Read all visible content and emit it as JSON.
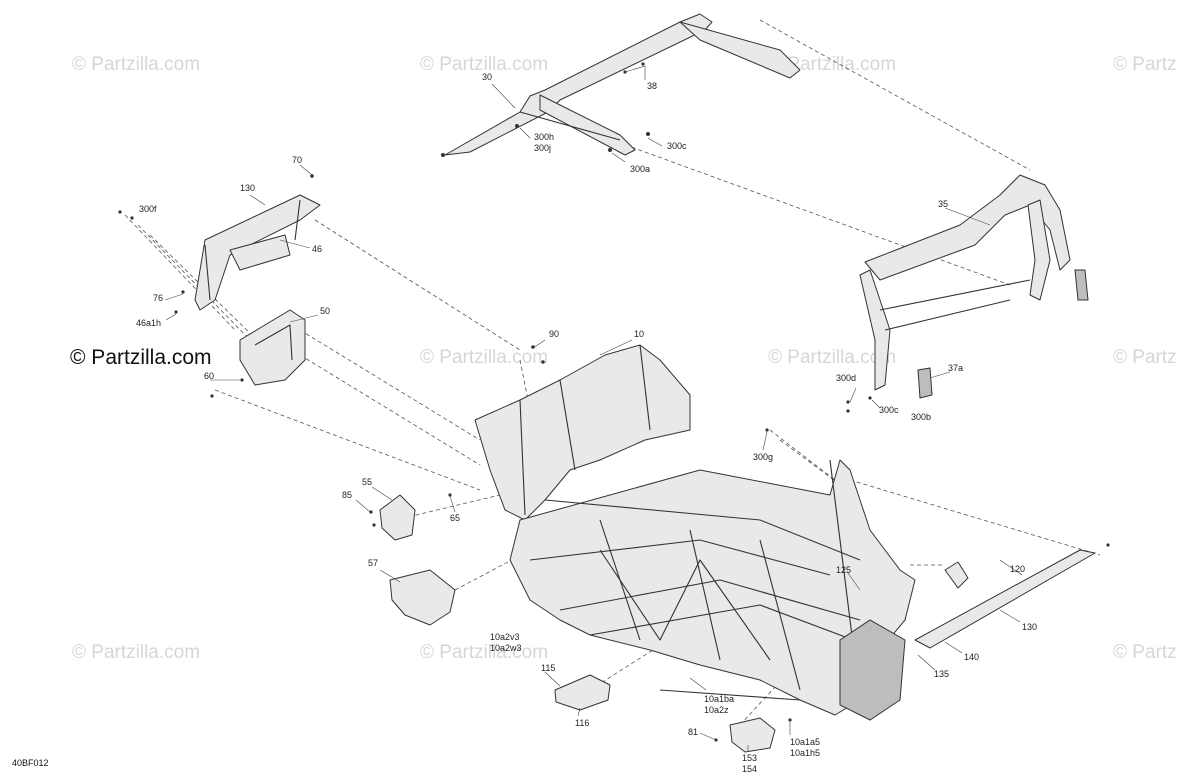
{
  "watermarks": {
    "light": "© Partzilla.com",
    "light_cut": "© Partz",
    "strong": "© Partzilla.com"
  },
  "diagram_code": "40BF012",
  "labels": {
    "p10": "10",
    "p10a1ba": "10a1ba",
    "p10a2z": "10a2z",
    "p10a1a5": "10a1a5",
    "p10a1h5": "10a1h5",
    "p10a2v3": "10a2v3",
    "p10a2w3": "10a2w3",
    "p30": "30",
    "p35": "35",
    "p37a": "37a",
    "p38": "38",
    "p46": "46",
    "p46a1h": "46a1h",
    "p50": "50",
    "p55": "55",
    "p57": "57",
    "p60": "60",
    "p65": "65",
    "p70": "70",
    "p76": "76",
    "p81": "81",
    "p85": "85",
    "p90": "90",
    "p115": "115",
    "p116": "116",
    "p120": "120",
    "p125": "125",
    "p130a": "130",
    "p130b": "130",
    "p135": "135",
    "p140": "140",
    "p153": "153",
    "p154": "154",
    "p300a": "300a",
    "p300b": "300b",
    "p300c_top": "300c",
    "p300c_right": "300c",
    "p300d": "300d",
    "p300f": "300f",
    "p300g": "300g",
    "p300h": "300h",
    "p300j": "300j"
  }
}
